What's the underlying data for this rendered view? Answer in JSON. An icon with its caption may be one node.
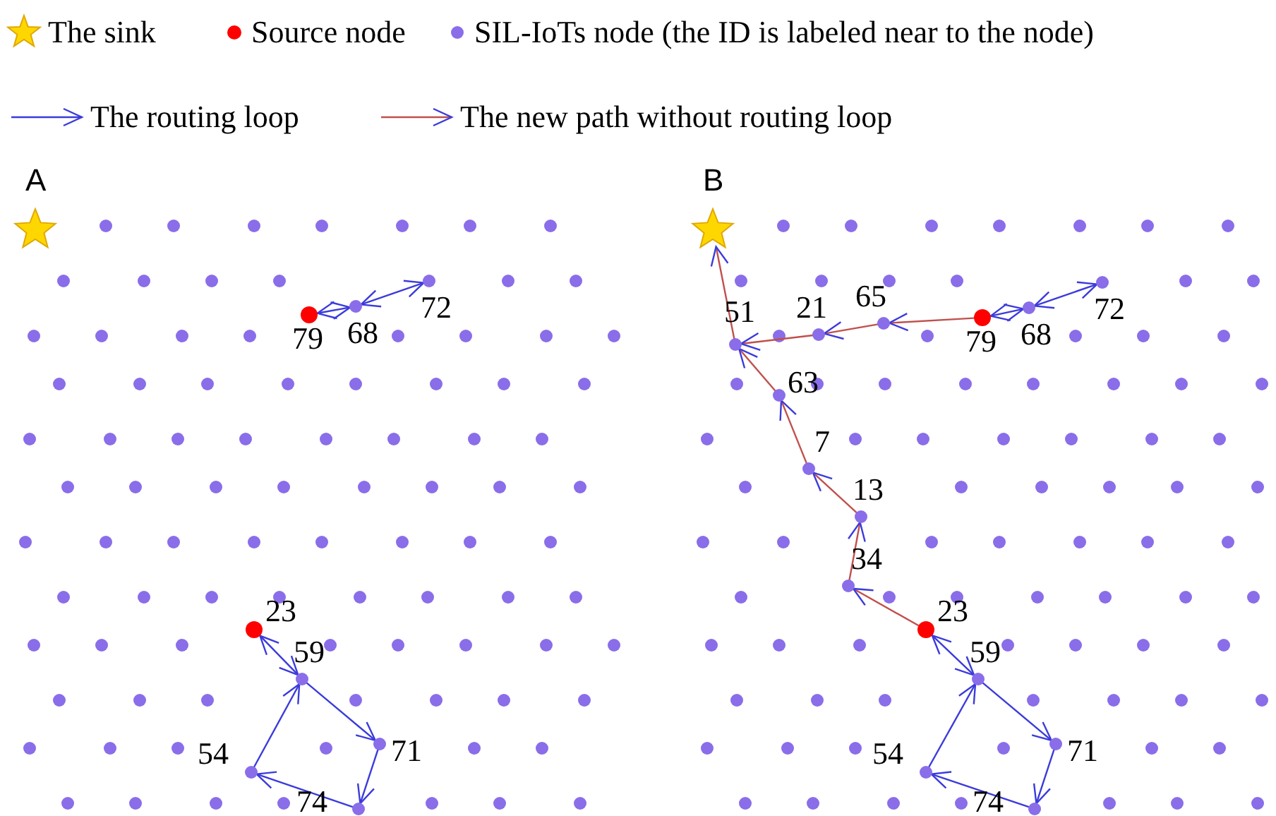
{
  "diagram": {
    "nodes": [
      {
        "text": [],
        "shape": "star"
      },
      {
        "text": [],
        "shape": "circle",
        "beside": [
          "79"
        ]
      },
      {
        "text": [],
        "shape": "circle",
        "beside": [
          "68"
        ]
      },
      {
        "text": [],
        "shape": "circle",
        "beside": [
          "72"
        ]
      },
      {
        "text": [],
        "shape": "circle",
        "beside": [
          "23"
        ]
      },
      {
        "text": [],
        "shape": "circle",
        "beside": [
          "59"
        ]
      },
      {
        "text": [],
        "shape": "circle",
        "beside": [
          "71"
        ]
      },
      {
        "text": [],
        "shape": "circle",
        "beside": [
          "74"
        ]
      },
      {
        "text": [],
        "shape": "circle",
        "beside": [
          "54"
        ]
      },
      {
        "text": [],
        "shape": "star"
      },
      {
        "text": [],
        "shape": "circle",
        "beside": [
          "51"
        ]
      },
      {
        "text": [],
        "shape": "circle",
        "beside": [
          "21"
        ]
      },
      {
        "text": [],
        "shape": "circle",
        "beside": [
          "65"
        ]
      },
      {
        "text": [],
        "shape": "circle",
        "beside": [
          "79"
        ]
      },
      {
        "text": [],
        "shape": "circle",
        "beside": [
          "68"
        ]
      },
      {
        "text": [],
        "shape": "circle",
        "beside": [
          "72"
        ]
      },
      {
        "text": [],
        "shape": "circle",
        "beside": [
          "63"
        ]
      },
      {
        "text": [],
        "shape": "circle",
        "beside": [
          "7"
        ]
      },
      {
        "text": [],
        "shape": "circle",
        "beside": [
          "13"
        ]
      },
      {
        "text": [],
        "shape": "circle",
        "beside": [
          "34"
        ]
      },
      {
        "text": [],
        "shape": "circle",
        "beside": [
          "23"
        ]
      },
      {
        "text": [],
        "shape": "circle",
        "beside": [
          "59"
        ]
      },
      {
        "text": [],
        "shape": "circle",
        "beside": [
          "71"
        ]
      },
      {
        "text": [],
        "shape": "circle",
        "beside": [
          "74"
        ]
      },
      {
        "text": [],
        "shape": "circle",
        "beside": [
          "54"
        ]
      }
    ],
    "edges": [
      {
        "from": 1,
        "to": 2,
        "arrow": "both"
      },
      {
        "from": 2,
        "to": 3,
        "arrow": "both"
      },
      {
        "from": 4,
        "to": 5,
        "arrow": "both"
      },
      {
        "from": 5,
        "to": 6,
        "arrow": "to"
      },
      {
        "from": 6,
        "to": 7,
        "arrow": "to"
      },
      {
        "from": 7,
        "to": 8,
        "arrow": "to"
      },
      {
        "from": 8,
        "to": 5,
        "arrow": "to"
      },
      {
        "from": 13,
        "to": 14,
        "arrow": "both"
      },
      {
        "from": 14,
        "to": 15,
        "arrow": "both"
      },
      {
        "from": 13,
        "to": 12,
        "arrow": "to",
        "color": "#c0504d"
      },
      {
        "from": 12,
        "to": 11,
        "arrow": "to",
        "color": "#c0504d"
      },
      {
        "from": 11,
        "to": 10,
        "arrow": "to",
        "color": "#c0504d"
      },
      {
        "from": 10,
        "to": 9,
        "arrow": "to",
        "color": "#c0504d"
      },
      {
        "from": 20,
        "to": 19,
        "arrow": "to",
        "color": "#c0504d"
      },
      {
        "from": 19,
        "to": 18,
        "arrow": "to",
        "color": "#c0504d"
      },
      {
        "from": 18,
        "to": 17,
        "arrow": "to",
        "color": "#c0504d"
      },
      {
        "from": 17,
        "to": 16,
        "arrow": "to",
        "color": "#c0504d"
      },
      {
        "from": 16,
        "to": 10,
        "arrow": "to",
        "color": "#c0504d"
      },
      {
        "from": 20,
        "to": 21,
        "arrow": "both"
      },
      {
        "from": 21,
        "to": 22,
        "arrow": "to"
      },
      {
        "from": 22,
        "to": 23,
        "arrow": "to"
      },
      {
        "from": 23,
        "to": 24,
        "arrow": "to"
      },
      {
        "from": 24,
        "to": 21,
        "arrow": "to"
      }
    ],
    "labels": [
      "A",
      "B"
    ],
    "legend": [
      {
        "text": "The sink"
      },
      {
        "text": "Source node",
        "color": "#ff0000"
      },
      {
        "text": "SIL-IoTs node (the ID is labeled near to the node)",
        "color": "#8a6de9"
      },
      {
        "text": "The routing loop"
      },
      {
        "text": "The new path without routing loop"
      }
    ]
  }
}
